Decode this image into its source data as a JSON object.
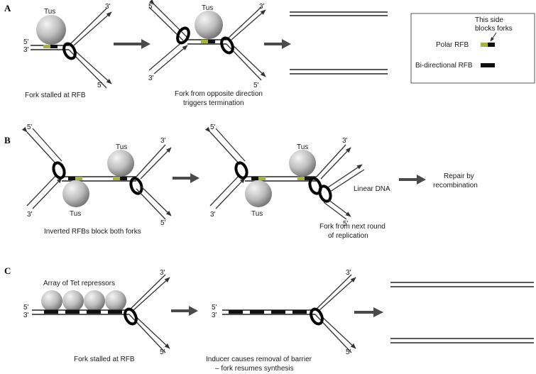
{
  "panels": {
    "a": {
      "label": "A",
      "tus": "Tus",
      "ends": [
        "5'",
        "3'",
        "3'",
        "5'"
      ],
      "fork2_ends": [
        "5'",
        "3'",
        "3'",
        "5'"
      ],
      "caption1": "Fork stalled at RFB",
      "caption2_line1": "Fork from opposite direction",
      "caption2_line2": "triggers termination"
    },
    "b": {
      "label": "B",
      "tus": "Tus",
      "ends": [
        "5'",
        "3'",
        "3'",
        "5'"
      ],
      "fork2_ends": [
        "5'",
        "3'",
        "3'",
        "5'"
      ],
      "linear_dna": "Linear DNA",
      "repair_line1": "Repair by",
      "repair_line2": "recombination",
      "caption1": "Inverted RFBs block both forks",
      "caption2_line1": "Fork from next round",
      "caption2_line2": "of replication"
    },
    "c": {
      "label": "C",
      "array_label": "Array of Tet repressors",
      "ends": [
        "5'",
        "3'",
        "3'",
        "5'"
      ],
      "fork2_ends": [
        "5'",
        "3'",
        "3'",
        "5'"
      ],
      "caption1": "Fork stalled at RFB",
      "caption2_line1": "Inducer causes removal of barrier",
      "caption2_line2": "– fork resumes synthesis"
    }
  },
  "legend": {
    "header_line1": "This side",
    "header_line2": "blocks forks",
    "polar": "Polar RFB",
    "bidirectional": "Bi-directional RFB"
  },
  "colors": {
    "polar_green": "#a9b33a",
    "barrier_black": "#111111",
    "arrow_gray": "#4a4a4a"
  }
}
